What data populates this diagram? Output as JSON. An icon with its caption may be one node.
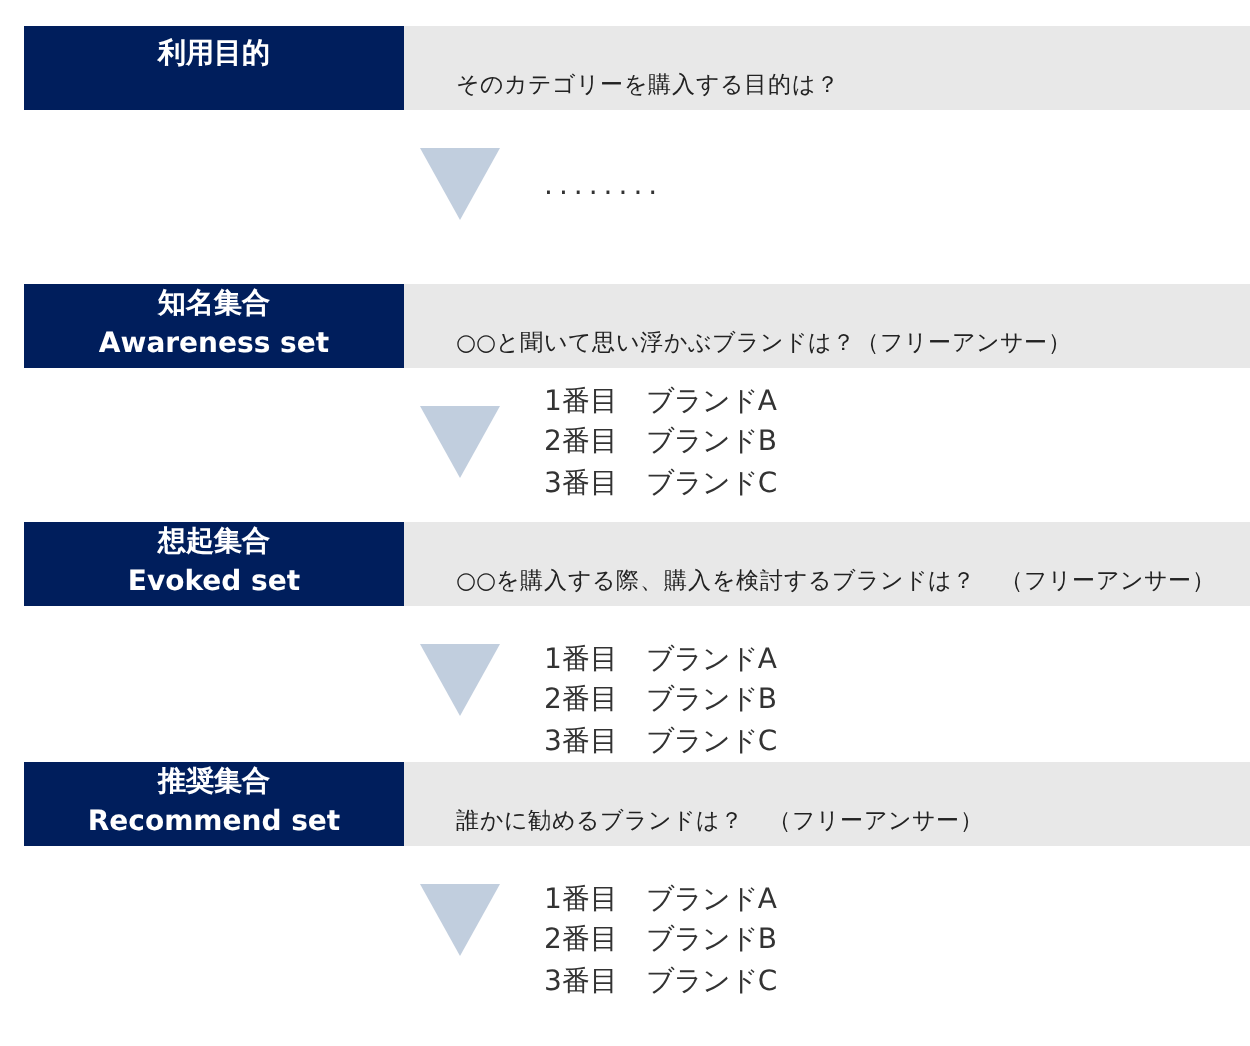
{
  "diagram": {
    "nodes": [
      {
        "text": [
          "利用目的"
        ]
      },
      {
        "text": [
          "そのカテゴリーを購入する目的は？"
        ]
      },
      {
        "text": [
          "知名集合",
          "Awareness set"
        ]
      },
      {
        "text": [
          "○○と聞いて思い浮かぶブランドは？（フリーアンサー）"
        ]
      },
      {
        "text": [
          "想起集合",
          "Evoked set"
        ]
      },
      {
        "text": [
          "○○を購入する際、購入を検討するブランドは？　（フリーアンサー）"
        ]
      },
      {
        "text": [
          "推奨集合",
          "Recommend set"
        ]
      },
      {
        "text": [
          "誰かに勧めるブランドは？　（フリーアンサー）"
        ]
      }
    ],
    "labels": [
      "........",
      "1番目　ブランドA",
      "2番目　ブランドB",
      "3番目　ブランドC",
      "1番目　ブランドA",
      "2番目　ブランドB",
      "3番目　ブランドC",
      "1番目　ブランドA",
      "2番目　ブランドB",
      "3番目　ブランドC"
    ]
  }
}
